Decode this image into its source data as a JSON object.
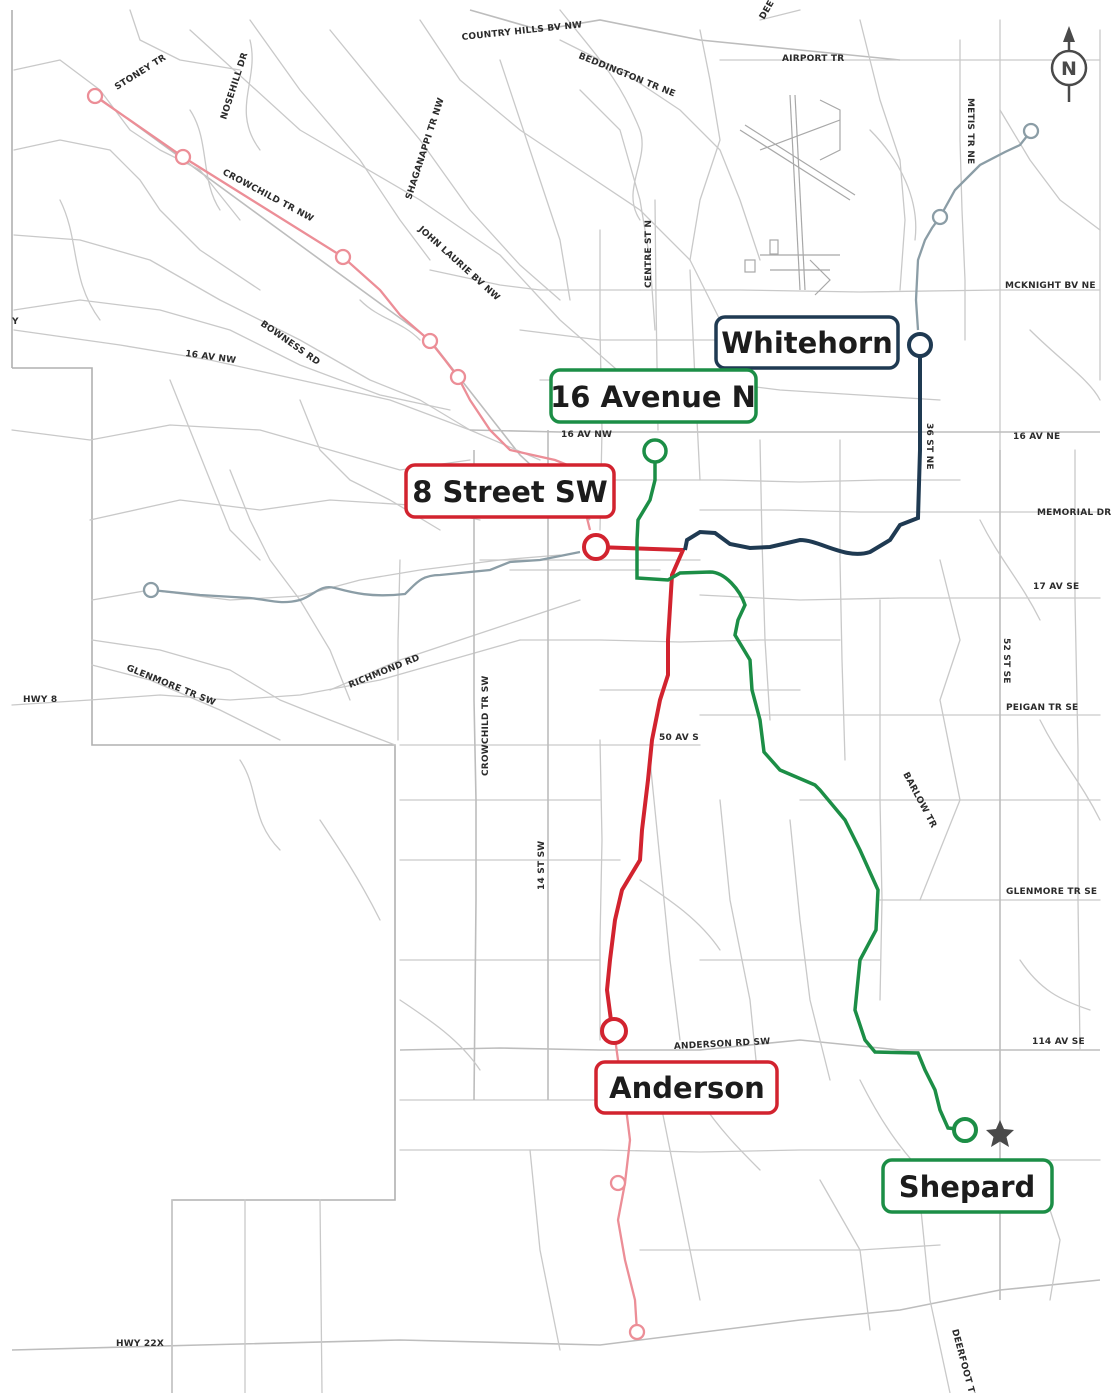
{
  "map": {
    "colors": {
      "red": "#d2232f",
      "red_light": "#ec8e97",
      "green": "#1c8e46",
      "navy": "#1f3a52",
      "grey_line": "#8b9da6",
      "road": "#c9c9c9",
      "star": "#4a4a4a"
    },
    "north_label": "N",
    "stations": {
      "whitehorn": "Whitehorn",
      "sixteen_ave": "16 Avenue N",
      "eighth_st": "8 Street SW",
      "anderson": "Anderson",
      "shepard": "Shepard"
    },
    "streets": {
      "stoney": "STONEY TR",
      "nosehill": "NOSEHILL DR",
      "country_hills": "COUNTRY HILLS BV NW",
      "beddington": "BEDDINGTON TR NE",
      "deerfoot_top": "DEE",
      "airport": "AIRPORT TR",
      "metis": "METIS TR NE",
      "crowchild_nw": "CROWCHILD TR NW",
      "shaganappi": "SHAGANAPPI TR NW",
      "john_laurie": "JOHN LAURIE BV NW",
      "centre": "CENTRE ST N",
      "mcknight": "MCKNIGHT BV NE",
      "bowness": "BOWNESS RD",
      "sixteen_av_nw_left": "16 AV NW",
      "edge_left": "Y",
      "sixteen_av_nw": "16  AV NW",
      "thirty_six_st": "36 ST NE",
      "sixteen_av_ne": "16 AV NE",
      "memorial": "MEMORIAL DR",
      "seventeen_av_se": "17 AV SE",
      "fifty_two_st": "52 ST SE",
      "glenmore_sw": "GLENMORE TR SW",
      "hwy8": "HWY 8",
      "richmond": "RICHMOND RD",
      "crowchild_sw": "CROWCHILD TR SW",
      "fifty_av_s": "50 AV S",
      "peigan": "PEIGAN TR SE",
      "barlow": "BARLOW TR",
      "fourteen_st": "14 ST SW",
      "glenmore_se": "GLENMORE TR SE",
      "anderson_rd": "ANDERSON RD SW",
      "one_fourteen": "114 AV SE",
      "hwy22x": "HWY 22X",
      "deerfoot_bottom": "DEERFOOT TR"
    }
  }
}
